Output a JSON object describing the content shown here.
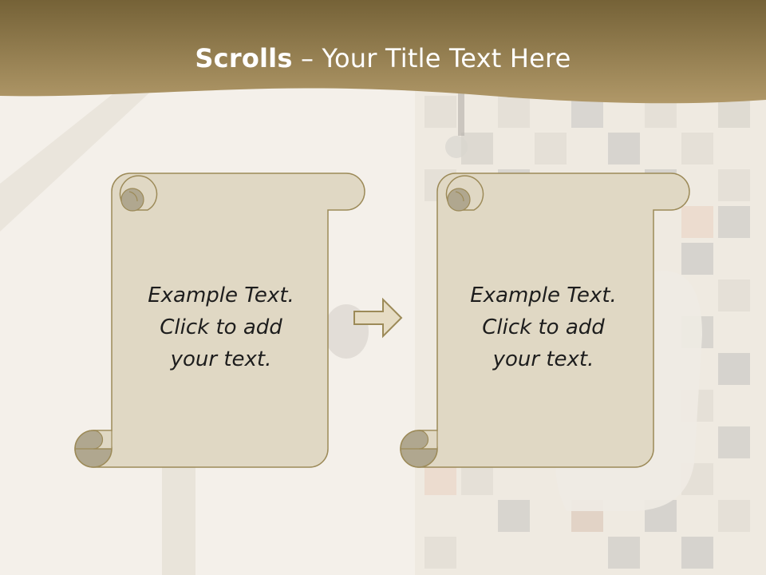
{
  "slide": {
    "title_strong": "Scrolls",
    "title_rest": " – Your Title Text Here",
    "colors": {
      "header": "#9a8454",
      "scroll_fill": "#e0d8c4",
      "scroll_stroke": "#9c8a58",
      "curl_fill": "#b0a78f",
      "arrow_fill": "#e6dcc4"
    },
    "scrolls": [
      {
        "lines": [
          "Example Text.",
          "Click  to add",
          "your text."
        ]
      },
      {
        "lines": [
          "Example Text.",
          "Click  to add",
          "your text."
        ]
      }
    ]
  }
}
